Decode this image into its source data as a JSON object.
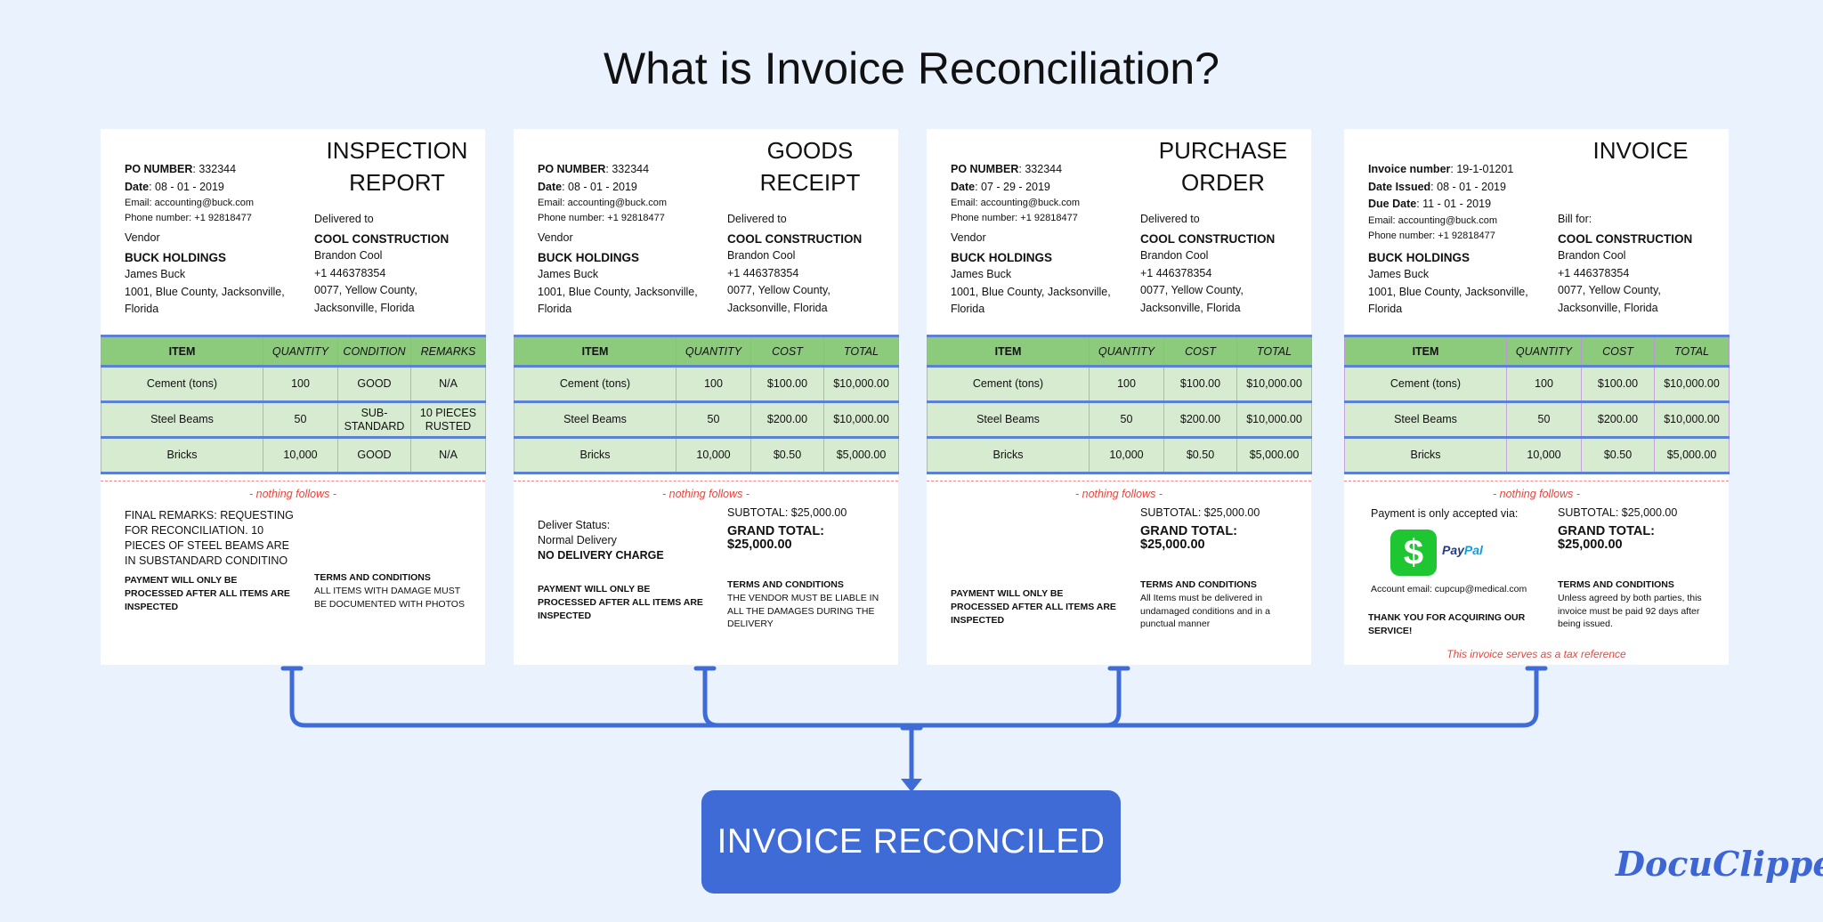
{
  "title": "What is Invoice Reconciliation?",
  "colors": {
    "background": "#eaf2fd",
    "table_header": "#8dcb7c",
    "table_row": "#d6ebcf",
    "accent_blue": "#3f6bd6",
    "red_note": "#e4473f"
  },
  "docs": [
    {
      "title_line1": "INSPECTION",
      "title_line2": "REPORT",
      "po_label": "PO NUMBER",
      "po_value": ": 332344",
      "date_label": "Date",
      "date_value": ": 08 - 01 - 2019",
      "email": "Email: accounting@buck.com",
      "phone": "Phone number: +1 92818477",
      "vendor_label": "Vendor",
      "vendor_name": "BUCK HOLDINGS",
      "vendor_contact": "James Buck",
      "vendor_addr1": "1001, Blue County, Jacksonville,",
      "vendor_addr2": "Florida",
      "deliver_label": "Delivered to",
      "company": "COOL CONSTRUCTION",
      "contact": "Brandon Cool",
      "phone2": "+1 446378354",
      "addr1": "0077, Yellow County,",
      "addr2": "Jacksonville, Florida",
      "headers": [
        "ITEM",
        "QUANTITY",
        "CONDITION",
        "REMARKS"
      ],
      "rows": [
        [
          "Cement (tons)",
          "100",
          "GOOD",
          "N/A"
        ],
        [
          "Steel Beams",
          "50",
          "SUB-STANDARD",
          "10 PIECES RUSTED"
        ],
        [
          "Bricks",
          "10,000",
          "GOOD",
          "N/A"
        ]
      ],
      "nothing_follows": "- nothing follows -",
      "remarks": "FINAL REMARKS: REQUESTING FOR RECONCILIATION. 10 PIECES OF STEEL BEAMS ARE IN SUBSTANDARD CONDITINO",
      "payment_note": "PAYMENT WILL ONLY BE PROCESSED AFTER ALL ITEMS ARE INSPECTED",
      "terms_header": "TERMS AND CONDITIONS",
      "terms_text": "ALL ITEMS WITH DAMAGE MUST BE DOCUMENTED WITH PHOTOS"
    },
    {
      "title_line1": "GOODS",
      "title_line2": "RECEIPT",
      "po_label": "PO NUMBER",
      "po_value": ": 332344",
      "date_label": "Date",
      "date_value": ": 08 - 01 - 2019",
      "email": "Email: accounting@buck.com",
      "phone": "Phone number: +1 92818477",
      "vendor_label": "Vendor",
      "vendor_name": "BUCK HOLDINGS",
      "vendor_contact": "James Buck",
      "vendor_addr1": "1001, Blue County, Jacksonville,",
      "vendor_addr2": "Florida",
      "deliver_label": "Delivered to",
      "company": "COOL CONSTRUCTION",
      "contact": "Brandon Cool",
      "phone2": "+1 446378354",
      "addr1": "0077, Yellow County,",
      "addr2": "Jacksonville, Florida",
      "headers": [
        "ITEM",
        "QUANTITY",
        "COST",
        "TOTAL"
      ],
      "rows": [
        [
          "Cement (tons)",
          "100",
          "$100.00",
          "$10,000.00"
        ],
        [
          "Steel Beams",
          "50",
          "$200.00",
          "$10,000.00"
        ],
        [
          "Bricks",
          "10,000",
          "$0.50",
          "$5,000.00"
        ]
      ],
      "nothing_follows": "- nothing follows -",
      "subtotal": "SUBTOTAL: $25,000.00",
      "grand_total": "GRAND TOTAL: $25,000.00",
      "deliver_status_label": "Deliver Status:",
      "deliver_status_value": "Normal Delivery",
      "delivery_charge": "NO DELIVERY CHARGE",
      "payment_note": "PAYMENT WILL ONLY BE PROCESSED AFTER ALL ITEMS ARE INSPECTED",
      "terms_header": "TERMS AND CONDITIONS",
      "terms_text": "THE VENDOR MUST BE LIABLE IN ALL THE DAMAGES DURING THE DELIVERY"
    },
    {
      "title_line1": "PURCHASE",
      "title_line2": "ORDER",
      "po_label": "PO NUMBER",
      "po_value": ": 332344",
      "date_label": "Date",
      "date_value": ": 07 - 29 - 2019",
      "email": "Email: accounting@buck.com",
      "phone": "Phone number: +1 92818477",
      "vendor_label": "Vendor",
      "vendor_name": "BUCK HOLDINGS",
      "vendor_contact": "James Buck",
      "vendor_addr1": "1001, Blue County, Jacksonville,",
      "vendor_addr2": "Florida",
      "deliver_label": "Delivered to",
      "company": "COOL CONSTRUCTION",
      "contact": "Brandon Cool",
      "phone2": "+1 446378354",
      "addr1": "0077, Yellow County,",
      "addr2": "Jacksonville, Florida",
      "headers": [
        "ITEM",
        "QUANTITY",
        "COST",
        "TOTAL"
      ],
      "rows": [
        [
          "Cement (tons)",
          "100",
          "$100.00",
          "$10,000.00"
        ],
        [
          "Steel Beams",
          "50",
          "$200.00",
          "$10,000.00"
        ],
        [
          "Bricks",
          "10,000",
          "$0.50",
          "$5,000.00"
        ]
      ],
      "nothing_follows": "- nothing follows -",
      "subtotal": "SUBTOTAL: $25,000.00",
      "grand_total": "GRAND TOTAL: $25,000.00",
      "payment_note": "PAYMENT WILL ONLY BE PROCESSED AFTER ALL ITEMS ARE INSPECTED",
      "terms_header": "TERMS AND CONDITIONS",
      "terms_text": "All Items must be delivered in undamaged conditions and in a punctual manner"
    },
    {
      "title_line1": "INVOICE",
      "invoice_label": "Invoice number",
      "invoice_value": ": 19-1-01201",
      "issued_label": "Date Issued",
      "issued_value": ": 08 - 01 - 2019",
      "due_label": "Due Date",
      "due_value": ": 11 - 01 - 2019",
      "email": "Email: accounting@buck.com",
      "phone": "Phone number: +1 92818477",
      "vendor_name": "BUCK HOLDINGS",
      "vendor_contact": "James Buck",
      "vendor_addr1": "1001, Blue County, Jacksonville,",
      "vendor_addr2": "Florida",
      "deliver_label": "Bill for:",
      "company": "COOL CONSTRUCTION",
      "contact": "Brandon Cool",
      "phone2": "+1 446378354",
      "addr1": "0077, Yellow County,",
      "addr2": "Jacksonville, Florida",
      "headers": [
        "ITEM",
        "QUANTITY",
        "COST",
        "TOTAL"
      ],
      "rows": [
        [
          "Cement (tons)",
          "100",
          "$100.00",
          "$10,000.00"
        ],
        [
          "Steel Beams",
          "50",
          "$200.00",
          "$10,000.00"
        ],
        [
          "Bricks",
          "10,000",
          "$0.50",
          "$5,000.00"
        ]
      ],
      "nothing_follows": "- nothing follows -",
      "subtotal": "SUBTOTAL: $25,000.00",
      "grand_total": "GRAND TOTAL: $25,000.00",
      "payment_accepted": "Payment is only accepted via:",
      "cash_symbol": "$",
      "paypal_pay": "Pay",
      "paypal_pal": "Pal",
      "account_email": "Account email: cupcup@medical.com",
      "thanks": "THANK YOU FOR ACQUIRING OUR SERVICE!",
      "terms_header": "TERMS AND CONDITIONS",
      "terms_text": "Unless agreed by both parties, this invoice must be paid 92 days after being issued.",
      "tax_reference": "This invoice serves as a tax reference"
    }
  ],
  "reconciled_label": "INVOICE RECONCILED",
  "logo_text": "DocuClipper"
}
